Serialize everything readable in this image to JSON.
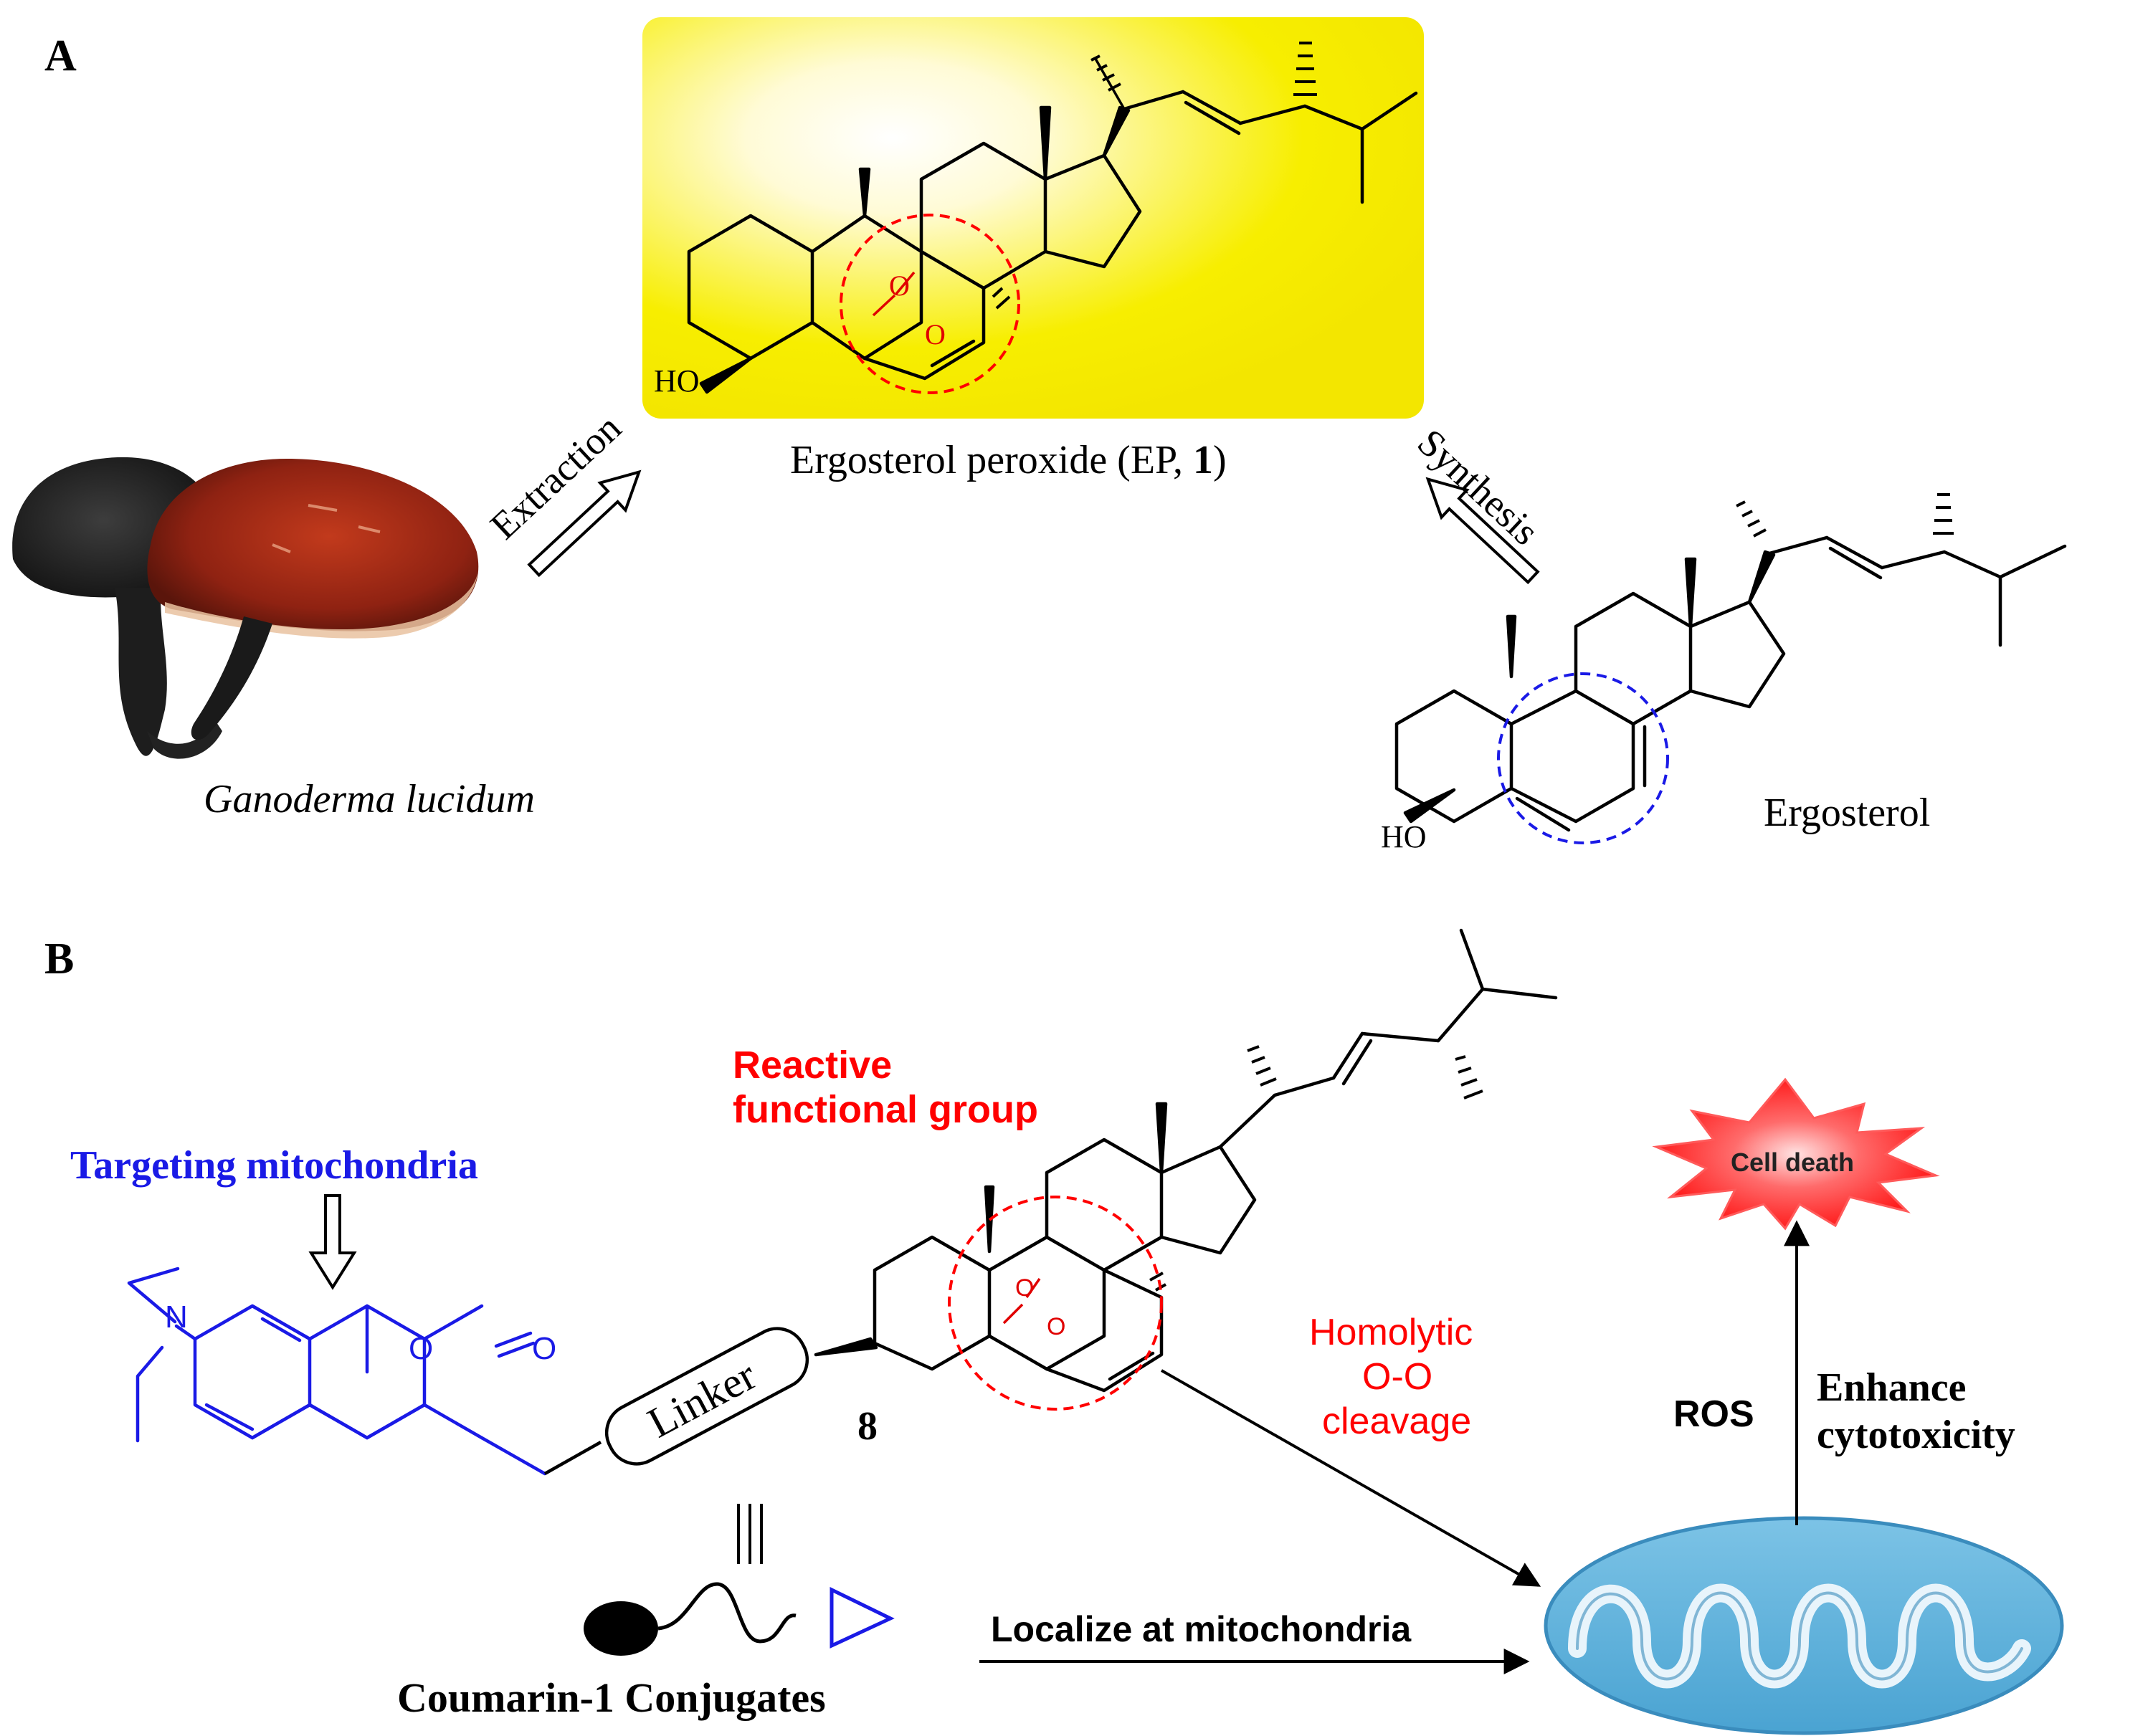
{
  "colors": {
    "highlight": "#f7ee00",
    "red_accent": "#ff0000",
    "blue_accent": "#1a1ae6",
    "mitochondria": "#5fb3dd",
    "cell_death_burst": "#ff2a2a"
  },
  "panel_a": {
    "label": "A",
    "mushroom_caption": "Ganoderma lucidum",
    "extraction_label": "Extraction",
    "synthesis_label": "Synthesis",
    "ep_caption_prefix": "Ergosterol peroxide (EP, ",
    "ep_caption_number": "1",
    "ep_caption_suffix": ")",
    "ergosterol_caption": "Ergosterol",
    "ep_atoms": {
      "ho": "HO",
      "o1": "O",
      "o2": "O"
    },
    "ergo_atoms": {
      "ho": "HO"
    }
  },
  "panel_b": {
    "label": "B",
    "targeting_label": "Targeting mitochondria",
    "reactive_line1": "Reactive",
    "reactive_line2": "functional group",
    "linker_label": "Linker",
    "compound_number": "8",
    "conjugates_label": "Coumarin-1 Conjugates",
    "localize_label": "Localize at mitochondria",
    "homolytic_line1": "Homolytic",
    "homolytic_line2": "O-O",
    "homolytic_line3": "cleavage",
    "ros_label": "ROS",
    "enhance_line1": "Enhance",
    "enhance_line2": "cytotoxicity",
    "cell_death_label": "Cell death",
    "coumarin_atoms": {
      "n": "N",
      "o_ring": "O",
      "o_carbonyl": "O"
    },
    "peroxide_atoms": {
      "o1": "O",
      "o2": "O"
    }
  }
}
